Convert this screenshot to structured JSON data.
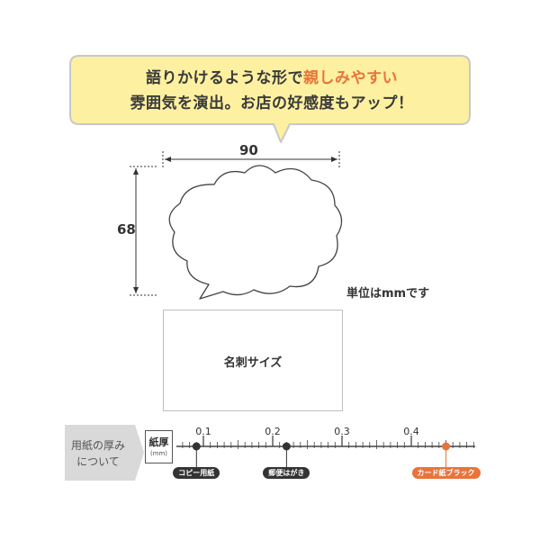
{
  "headline": {
    "line1_prefix": "語りかけるような形で",
    "line1_accent": "親しみやすい",
    "line2": "雰囲気を演出。お店の好感度もアップ！"
  },
  "dimensions": {
    "width_label": "90",
    "height_label": "68",
    "unit_note": "単位はmmです"
  },
  "comparison": {
    "card_label": "名刺サイズ"
  },
  "thickness": {
    "tag_line1": "用紙の厚み",
    "tag_line2": "について",
    "paper_label": "紙厚",
    "paper_unit": "(mm)",
    "ticks": [
      "0.1",
      "0.2",
      "0.3",
      "0.4"
    ],
    "markers": [
      {
        "label": "コピー用紙",
        "value": 0.09,
        "color": "#333333"
      },
      {
        "label": "郵便はがき",
        "value": 0.22,
        "color": "#333333"
      },
      {
        "label": "カード紙ブラック",
        "value": 0.45,
        "color": "#e8743b"
      }
    ]
  },
  "colors": {
    "bubble_fill": "#fdf0a0",
    "bubble_stroke": "#c8c8c8",
    "accent": "#e8743b",
    "ruler": "#444444",
    "tag_fill": "#d9d9d9"
  }
}
